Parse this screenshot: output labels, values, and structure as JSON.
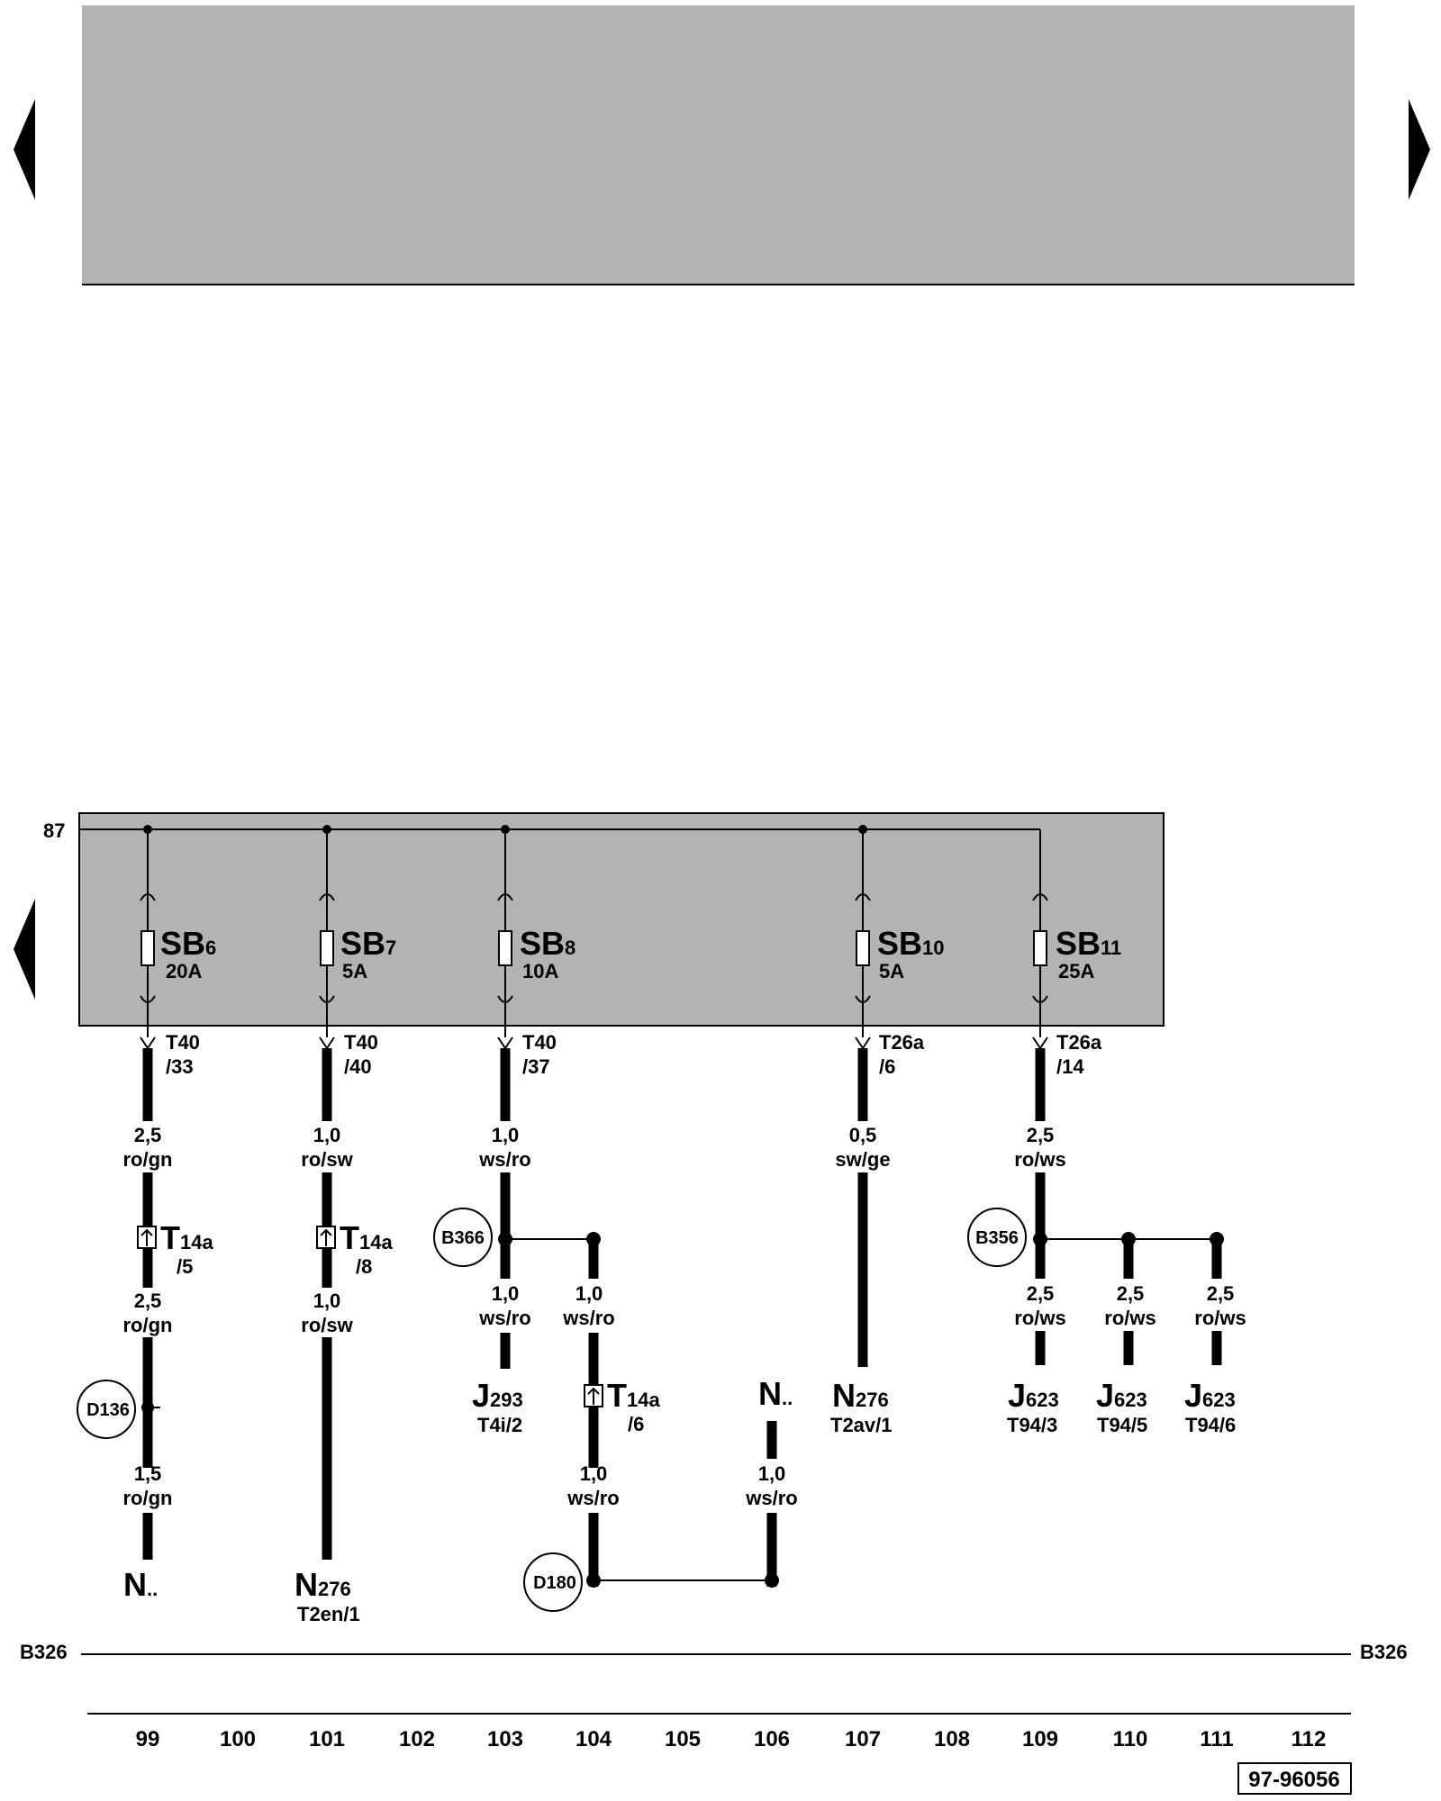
{
  "supply_label": "87",
  "fuses": [
    {
      "id": "SB",
      "num": "6",
      "amp": "20A"
    },
    {
      "id": "SB",
      "num": "7",
      "amp": "5A"
    },
    {
      "id": "SB",
      "num": "8",
      "amp": "10A"
    },
    {
      "id": "SB",
      "num": "10",
      "amp": "5A"
    },
    {
      "id": "SB",
      "num": "11",
      "amp": "25A"
    }
  ],
  "connectors": [
    {
      "line1": "T40",
      "line2": "/33"
    },
    {
      "line1": "T40",
      "line2": "/40"
    },
    {
      "line1": "T40",
      "line2": "/37"
    },
    {
      "line1": "T26a",
      "line2": "/6"
    },
    {
      "line1": "T26a",
      "line2": "/14"
    }
  ],
  "wires": [
    {
      "size": "2,5",
      "color": "ro/gn"
    },
    {
      "size": "1,0",
      "color": "ro/sw"
    },
    {
      "size": "1,0",
      "color": "ws/ro"
    },
    {
      "size": "0,5",
      "color": "sw/ge"
    },
    {
      "size": "2,5",
      "color": "ro/ws"
    },
    {
      "size": "2,5",
      "color": "ro/gn"
    },
    {
      "size": "1,0",
      "color": "ro/sw"
    },
    {
      "size": "1,0",
      "color": "ws/ro"
    },
    {
      "size": "1,0",
      "color": "ws/ro"
    },
    {
      "size": "2,5",
      "color": "ro/ws"
    },
    {
      "size": "2,5",
      "color": "ro/ws"
    },
    {
      "size": "2,5",
      "color": "ro/ws"
    },
    {
      "size": "1,5",
      "color": "ro/gn"
    },
    {
      "size": "1,0",
      "color": "ws/ro"
    },
    {
      "size": "1,0",
      "color": "ws/ro"
    }
  ],
  "plugs": [
    {
      "main": "T",
      "sub": "14a",
      "pin": "/5"
    },
    {
      "main": "T",
      "sub": "14a",
      "pin": "/8"
    },
    {
      "main": "T",
      "sub": "14a",
      "pin": "/6"
    }
  ],
  "splices": [
    "B366",
    "B356",
    "D136",
    "D180"
  ],
  "components": [
    {
      "main": "J",
      "sub": "293",
      "pin": "T4i/2"
    },
    {
      "main": "N",
      "sub": "..",
      "pin": ""
    },
    {
      "main": "N",
      "sub": "276",
      "pin": "T2av/1"
    },
    {
      "main": "J",
      "sub": "623",
      "pin": "T94/3"
    },
    {
      "main": "J",
      "sub": "623",
      "pin": "T94/5"
    },
    {
      "main": "J",
      "sub": "623",
      "pin": "T94/6"
    },
    {
      "main": "N",
      "sub": "..",
      "pin": ""
    },
    {
      "main": "N",
      "sub": "276",
      "pin": "T2en/1"
    }
  ],
  "ground": {
    "left": "B326",
    "right": "B326"
  },
  "columns": [
    "99",
    "100",
    "101",
    "102",
    "103",
    "104",
    "105",
    "106",
    "107",
    "108",
    "109",
    "110",
    "111",
    "112"
  ],
  "doc_ref": "97-96056",
  "colors": {
    "panel": "#b3b3b3",
    "line": "#000000",
    "background": "#ffffff"
  }
}
